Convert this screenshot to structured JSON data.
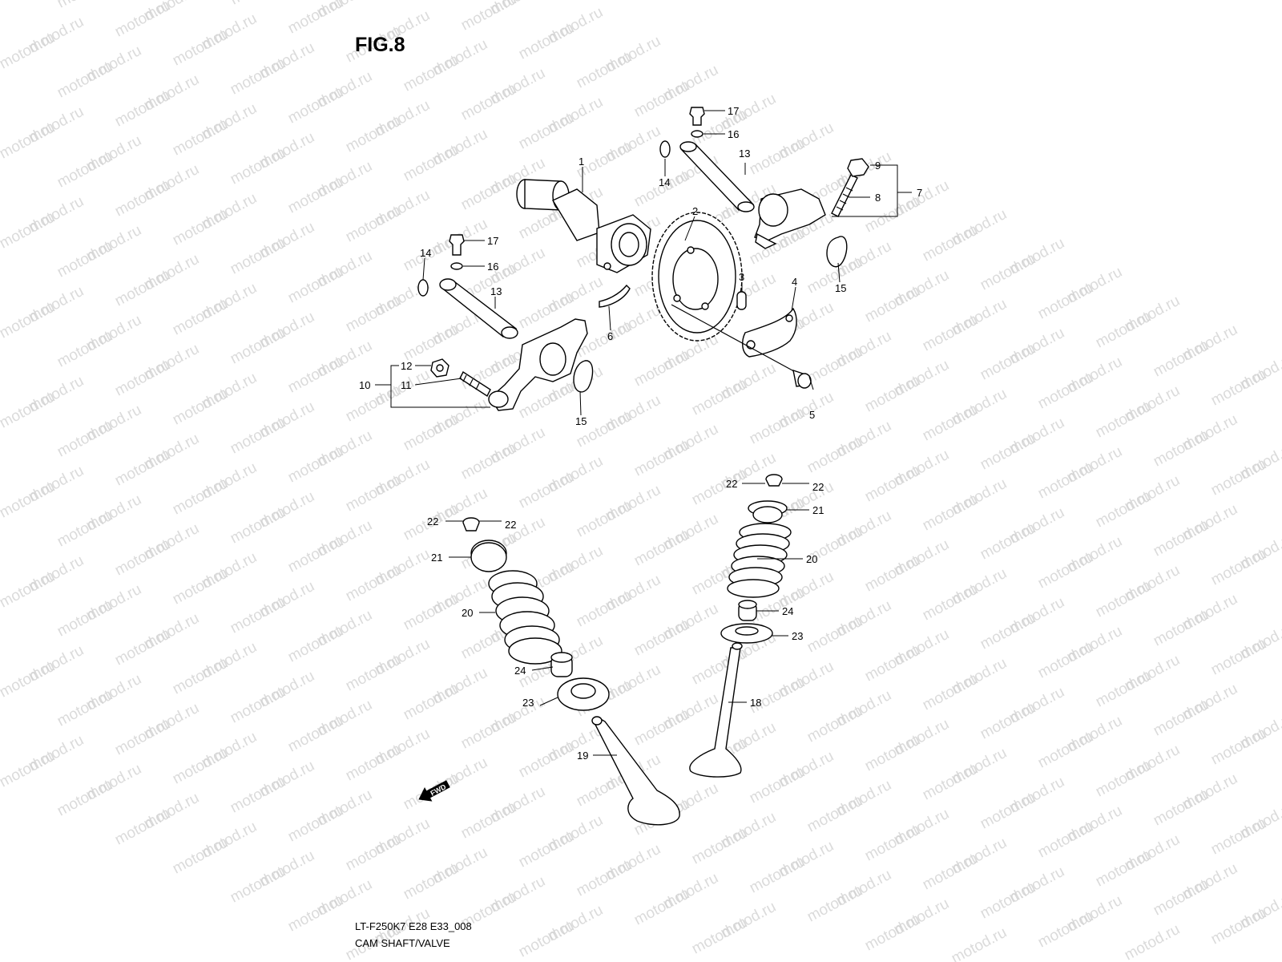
{
  "figure": {
    "title": "FIG.8",
    "model_code": "LT-F250K7 E28 E33_008",
    "section_name": "CAM SHAFT/VALVE",
    "watermark": "motod.ru",
    "fwd_label": "FWD"
  },
  "callouts": [
    {
      "id": "c1",
      "text": "1"
    },
    {
      "id": "c2",
      "text": "2"
    },
    {
      "id": "c3",
      "text": "3"
    },
    {
      "id": "c4",
      "text": "4"
    },
    {
      "id": "c5",
      "text": "5"
    },
    {
      "id": "c6",
      "text": "6"
    },
    {
      "id": "c7",
      "text": "7"
    },
    {
      "id": "c8",
      "text": "8"
    },
    {
      "id": "c9",
      "text": "9"
    },
    {
      "id": "c10",
      "text": "10"
    },
    {
      "id": "c11",
      "text": "11"
    },
    {
      "id": "c12",
      "text": "12"
    },
    {
      "id": "c13a",
      "text": "13"
    },
    {
      "id": "c13b",
      "text": "13"
    },
    {
      "id": "c14a",
      "text": "14"
    },
    {
      "id": "c14b",
      "text": "14"
    },
    {
      "id": "c15a",
      "text": "15"
    },
    {
      "id": "c15b",
      "text": "15"
    },
    {
      "id": "c16a",
      "text": "16"
    },
    {
      "id": "c16b",
      "text": "16"
    },
    {
      "id": "c17a",
      "text": "17"
    },
    {
      "id": "c17b",
      "text": "17"
    },
    {
      "id": "c18",
      "text": "18"
    },
    {
      "id": "c19",
      "text": "19"
    },
    {
      "id": "c20a",
      "text": "20"
    },
    {
      "id": "c20b",
      "text": "20"
    },
    {
      "id": "c21a",
      "text": "21"
    },
    {
      "id": "c21b",
      "text": "21"
    },
    {
      "id": "c22a",
      "text": "22"
    },
    {
      "id": "c22b",
      "text": "22"
    },
    {
      "id": "c22c",
      "text": "22"
    },
    {
      "id": "c22d",
      "text": "22"
    },
    {
      "id": "c23a",
      "text": "23"
    },
    {
      "id": "c23b",
      "text": "23"
    },
    {
      "id": "c24a",
      "text": "24"
    },
    {
      "id": "c24b",
      "text": "24"
    }
  ]
}
